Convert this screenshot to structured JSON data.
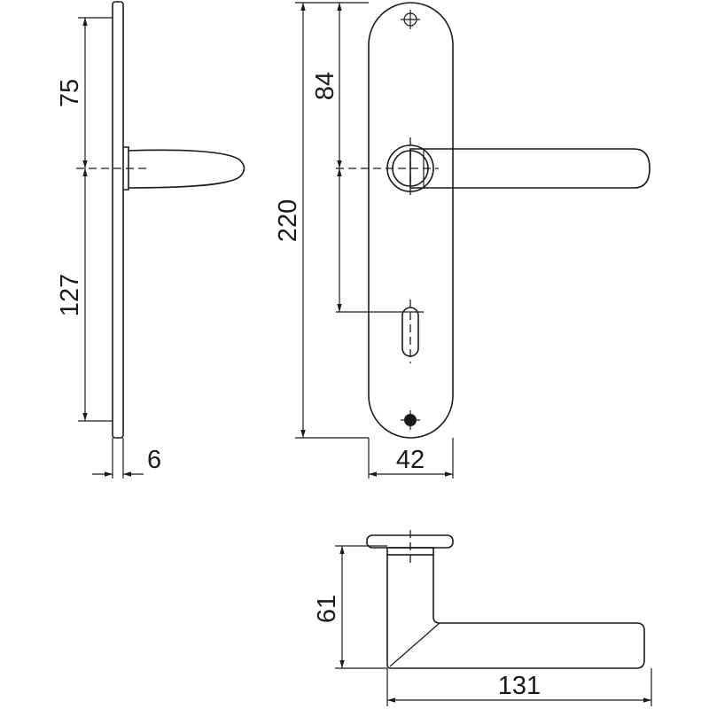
{
  "drawing": {
    "dimensions": {
      "upper_distance": "75",
      "lower_distance": "127",
      "plate_thickness": "6",
      "plate_length": "220",
      "handle_to_top": "84",
      "plate_width": "42",
      "handle_height": "61",
      "handle_length": "131"
    }
  }
}
